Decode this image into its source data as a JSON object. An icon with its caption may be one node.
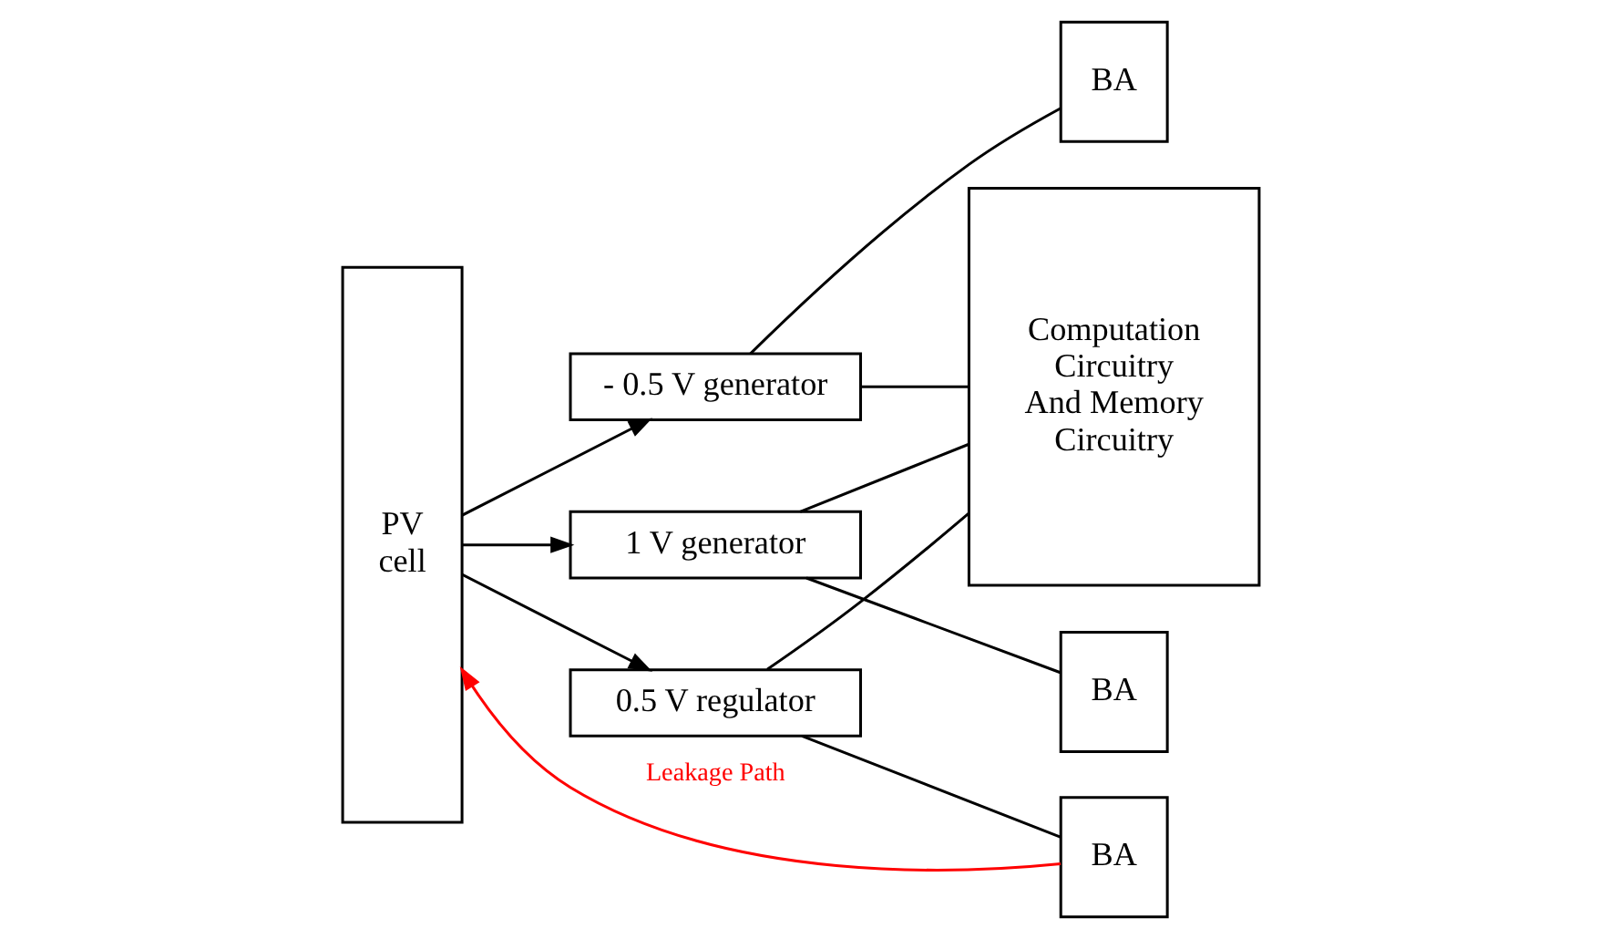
{
  "diagram": {
    "nodes": [
      {
        "text": [
          "PV cell"
        ]
      },
      {
        "text": [
          "- 0.5 V generator"
        ]
      },
      {
        "text": [
          "1 V generator"
        ]
      },
      {
        "text": [
          "0.5 V regulator"
        ]
      },
      {
        "text": [
          "Computation Circuitry And Memory Circuitry"
        ]
      },
      {
        "text": [
          "BA"
        ]
      },
      {
        "text": [
          "BA"
        ]
      },
      {
        "text": [
          "BA"
        ]
      }
    ],
    "edges": [
      {
        "from": 0,
        "to": 1,
        "arrow": "to"
      },
      {
        "from": 0,
        "to": 2,
        "arrow": "to"
      },
      {
        "from": 0,
        "to": 3,
        "arrow": "to"
      },
      {
        "from": 1,
        "to": 4,
        "arrow": "none"
      },
      {
        "from": 1,
        "to": 5,
        "arrow": "none"
      },
      {
        "from": 2,
        "to": 4,
        "arrow": "none"
      },
      {
        "from": 2,
        "to": 6,
        "arrow": "none"
      },
      {
        "from": 3,
        "to": 4,
        "arrow": "none"
      },
      {
        "from": 3,
        "to": 7,
        "arrow": "none"
      },
      {
        "from": 7,
        "to": 0,
        "arrow": "to",
        "label": "Leakage Path",
        "color": "#ff0000"
      }
    ]
  }
}
